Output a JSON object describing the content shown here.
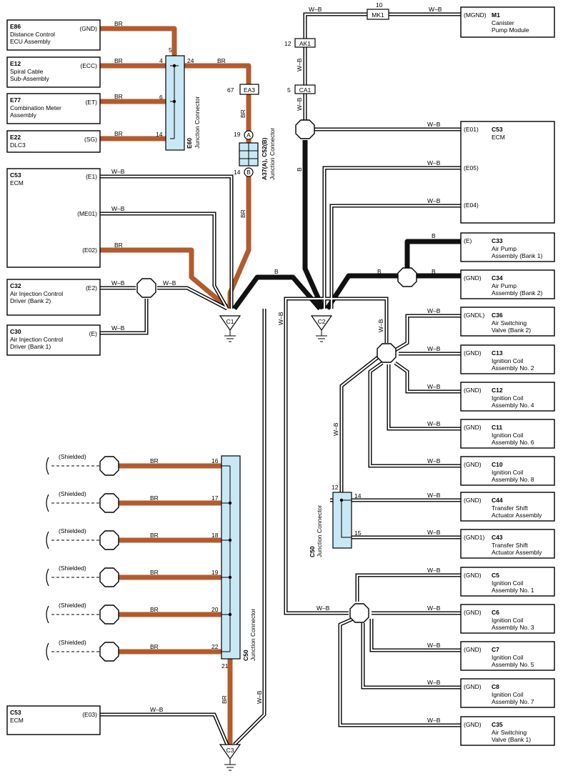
{
  "components": {
    "e86": {
      "code": "E86",
      "line1": "Distance Control",
      "line2": "ECU Assembly",
      "line3": "",
      "pin": "(GND)"
    },
    "e12": {
      "code": "E12",
      "line1": "Spiral Cable",
      "line2": "Sub-Assembly",
      "line3": "",
      "pin": "(ECC)"
    },
    "e77": {
      "code": "E77",
      "line1": "Combination Meter",
      "line2": "Assembly",
      "line3": "",
      "pin": "(ET)"
    },
    "e22": {
      "code": "E22",
      "line1": "DLC3",
      "line2": "",
      "line3": "",
      "pin": "(SG)"
    },
    "c53a": {
      "code": "C53",
      "line1": "ECM",
      "pins": [
        "(E1)",
        "(ME01)",
        "(E02)"
      ]
    },
    "c32": {
      "code": "C32",
      "line1": "Air Injection Control",
      "line2": "Driver (Bank 2)",
      "pin": "(E2)"
    },
    "c30": {
      "code": "C30",
      "line1": "Air Injection Control",
      "line2": "Driver (Bank 1)",
      "pin": "(E)"
    },
    "c53b": {
      "code": "C53",
      "line1": "ECM",
      "pin": "(E03)"
    },
    "m1": {
      "code": "M1",
      "line1": "Canister",
      "line2": "Pump Module",
      "pin": "(MGND)"
    },
    "c53c": {
      "code": "C53",
      "line1": "ECM",
      "pins": [
        "(E01)",
        "(E05)",
        "(E04)"
      ]
    },
    "right": [
      {
        "code": "C33",
        "line1": "Air Pump",
        "line2": "Assembly (Bank 1)",
        "pin": "(E)"
      },
      {
        "code": "C34",
        "line1": "Air Pump",
        "line2": "Assembly (Bank 2)",
        "pin": "(GND)"
      },
      {
        "code": "C36",
        "line1": "Air Switching",
        "line2": "Valve (Bank 2)",
        "pin": "(GNDL)"
      },
      {
        "code": "C13",
        "line1": "Ignition Coil",
        "line2": "Assembly No. 2",
        "pin": "(GND)"
      },
      {
        "code": "C12",
        "line1": "Ignition Coil",
        "line2": "Assembly No. 4",
        "pin": "(GND)"
      },
      {
        "code": "C11",
        "line1": "Ignition Coil",
        "line2": "Assembly No. 6",
        "pin": "(GND)"
      },
      {
        "code": "C10",
        "line1": "Ignition Coil",
        "line2": "Assembly No. 8",
        "pin": "(GND)"
      },
      {
        "code": "C44",
        "line1": "Transfer Shift",
        "line2": "Actuator Assembly",
        "pin": "(GND)"
      },
      {
        "code": "C43",
        "line1": "Transfer Shift",
        "line2": "Actuator Assembly",
        "pin": "(GND1)"
      },
      {
        "code": "C5",
        "line1": "Ignition Coil",
        "line2": "Assembly No. 1",
        "pin": "(GND)"
      },
      {
        "code": "C6",
        "line1": "Ignition Coil",
        "line2": "Assembly No. 3",
        "pin": "(GND)"
      },
      {
        "code": "C7",
        "line1": "Ignition Coil",
        "line2": "Assembly No. 5",
        "pin": "(GND)"
      },
      {
        "code": "C8",
        "line1": "Ignition Coil",
        "line2": "Assembly No. 7",
        "pin": "(GND)"
      },
      {
        "code": "C35",
        "line1": "Air Switching",
        "line2": "Valve (Bank 1)",
        "pin": "(GND)"
      }
    ]
  },
  "connectors": {
    "e60": {
      "code": "E60",
      "name": "Junction Connector",
      "pins": [
        "5",
        "4",
        "24",
        "6",
        "14"
      ]
    },
    "a37": {
      "code": "A37(A), C52(B)",
      "name": "Junction Connector",
      "pins": [
        "19",
        "14"
      ],
      "letters": [
        "A",
        "B"
      ]
    },
    "c50a": {
      "code": "C50",
      "name": "Junction Connector",
      "pins": [
        "12",
        "14",
        "15"
      ]
    },
    "c50b": {
      "code": "C50",
      "name": "Junction Connector",
      "pins": [
        "16",
        "17",
        "18",
        "19",
        "20",
        "22",
        "21"
      ]
    },
    "ea3": {
      "code": "EA3",
      "pin": "67"
    },
    "mk1": {
      "code": "MK1",
      "pin": "10"
    },
    "ak1": {
      "code": "AK1",
      "pin": "12"
    },
    "ca1": {
      "code": "CA1",
      "pin": "5"
    }
  },
  "grounds": [
    "C1",
    "C2",
    "C3"
  ],
  "shielded": [
    "(Shielded)",
    "(Shielded)",
    "(Shielded)",
    "(Shielded)",
    "(Shielded)",
    "(Shielded)"
  ],
  "wire_colors": {
    "br": "BR",
    "wb": "W–B",
    "b": "B"
  },
  "colors": {
    "brown": "#b25b2e",
    "black": "#111111",
    "connector_fill": "#c9e8f6"
  }
}
